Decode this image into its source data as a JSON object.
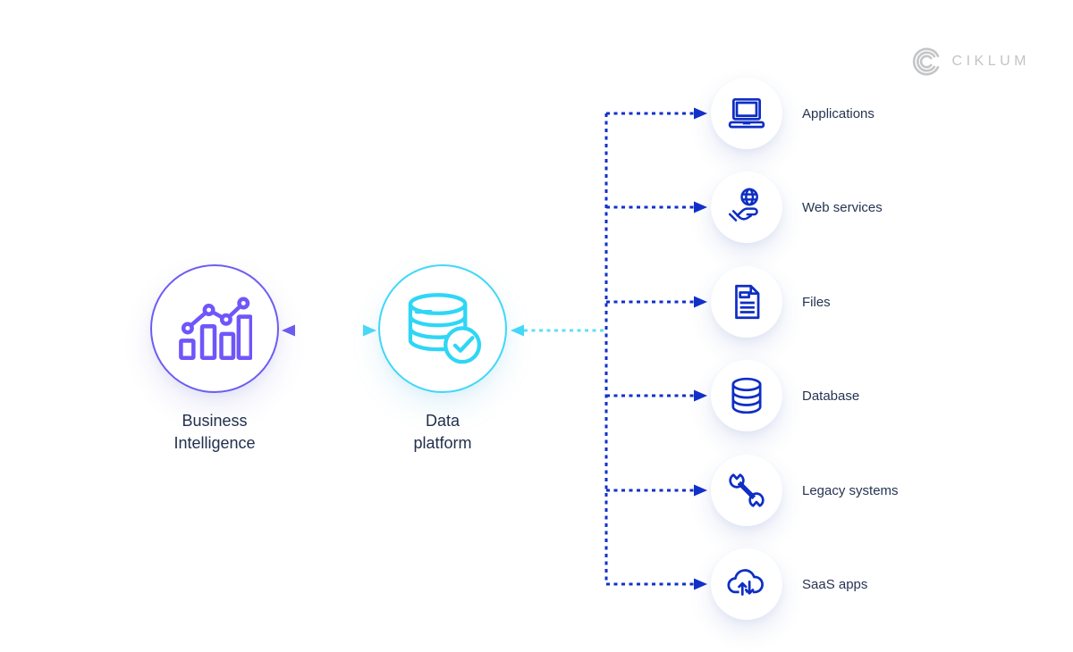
{
  "brand": {
    "logo_text": "CIKLUM",
    "logo_icon": "ciklum-arcs-icon",
    "logo_color": "#c4c5c7"
  },
  "palette": {
    "purple_border": "#6d5cf2",
    "purple_icon": "#6f56fa",
    "cyan_border": "#3fd8f7",
    "cyan_icon": "#2fd6f6",
    "cyan_dash": "#5fdff8",
    "navy_icon": "#0e2ec3",
    "navy_dash": "#1231c9",
    "label_text": "#22304e"
  },
  "nodes": {
    "business_intelligence": {
      "line1": "Business",
      "line2": "Intelligence",
      "icon": "bar-chart-trend-icon"
    },
    "data_platform": {
      "line1": "Data",
      "line2": "platform",
      "icon": "database-check-icon"
    }
  },
  "sources": [
    {
      "label": "Applications",
      "icon": "laptop-icon"
    },
    {
      "label": "Web services",
      "icon": "globe-hand-icon"
    },
    {
      "label": "Files",
      "icon": "document-icon"
    },
    {
      "label": "Database",
      "icon": "database-icon"
    },
    {
      "label": "Legacy systems",
      "icon": "wrench-icon"
    },
    {
      "label": "SaaS apps",
      "icon": "cloud-sync-icon"
    }
  ],
  "connectors": {
    "bi_to_data_platform": "bidirectional dotted arrow",
    "trunk_to_data_platform": "dotted arrow pointing left",
    "trunk": "vertical dotted line with six branch arrows"
  }
}
